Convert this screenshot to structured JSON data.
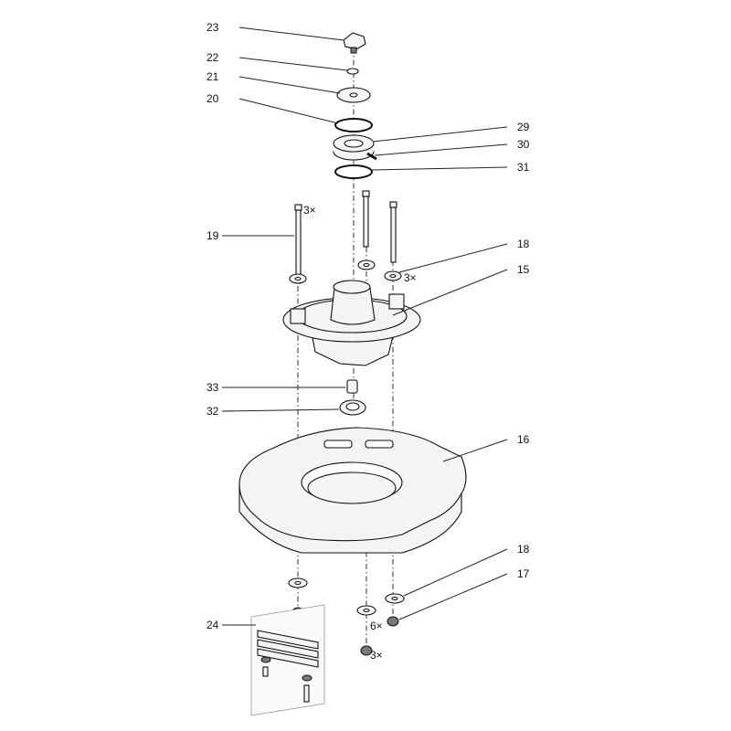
{
  "diagram": {
    "callouts": [
      {
        "id": "c23",
        "text": "23"
      },
      {
        "id": "c22",
        "text": "22"
      },
      {
        "id": "c21",
        "text": "21"
      },
      {
        "id": "c20",
        "text": "20"
      },
      {
        "id": "c29",
        "text": "29"
      },
      {
        "id": "c30",
        "text": "30"
      },
      {
        "id": "c31",
        "text": "31"
      },
      {
        "id": "c19",
        "text": "19"
      },
      {
        "id": "c18a",
        "text": "18"
      },
      {
        "id": "c15",
        "text": "15"
      },
      {
        "id": "c33",
        "text": "33"
      },
      {
        "id": "c32",
        "text": "32"
      },
      {
        "id": "c16",
        "text": "16"
      },
      {
        "id": "c18b",
        "text": "18"
      },
      {
        "id": "c17",
        "text": "17"
      },
      {
        "id": "c24",
        "text": "24"
      }
    ],
    "quantities": {
      "bolts_19": "3×",
      "washers_18_top": "3×",
      "washers_bottom": "6×",
      "nuts_bottom": "3×"
    }
  }
}
